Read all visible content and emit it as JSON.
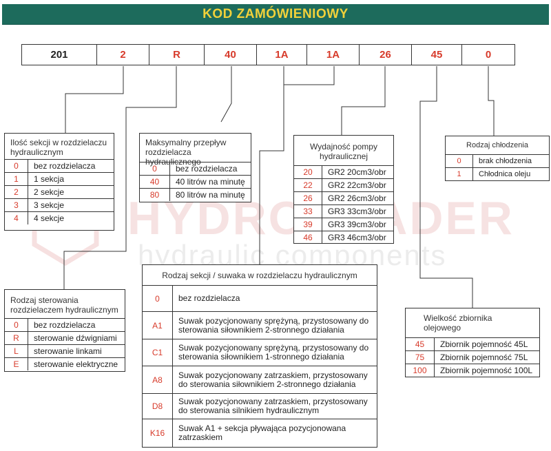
{
  "header": {
    "title": "KOD ZAMÓWIENIOWY"
  },
  "watermark": {
    "brand": "HYDROTRADER",
    "subtitle": "hydraulic components"
  },
  "code_segments": [
    "201",
    "2",
    "R",
    "40",
    "1A",
    "1A",
    "26",
    "45",
    "0"
  ],
  "tables": {
    "sections": {
      "title": "Ilość sekcji w rozdzielaczu hydraulicznym",
      "rows": [
        {
          "key": "0",
          "value": "bez rozdzielacza"
        },
        {
          "key": "1",
          "value": "1 sekcja"
        },
        {
          "key": "2",
          "value": "2 sekcje"
        },
        {
          "key": "3",
          "value": "3 sekcje"
        },
        {
          "key": "4",
          "value": "4 sekcje"
        }
      ]
    },
    "flow": {
      "title": "Maksymalny przepływ rozdzielacza hydraulicznego",
      "rows": [
        {
          "key": "0",
          "value": "bez rozdzielacza"
        },
        {
          "key": "40",
          "value": "40 litrów na minutę"
        },
        {
          "key": "80",
          "value": "80 litrów na minutę"
        }
      ]
    },
    "pump": {
      "title": "Wydajność pompy hydraulicznej",
      "rows": [
        {
          "key": "20",
          "value": "GR2 20cm3/obr"
        },
        {
          "key": "22",
          "value": "GR2 22cm3/obr"
        },
        {
          "key": "26",
          "value": "GR2 26cm3/obr"
        },
        {
          "key": "33",
          "value": "GR3 33cm3/obr"
        },
        {
          "key": "39",
          "value": "GR3 39cm3/obr"
        },
        {
          "key": "46",
          "value": "GR3 46cm3/obr"
        }
      ]
    },
    "cooling": {
      "title": "Rodzaj chłodzenia",
      "rows": [
        {
          "key": "0",
          "value": "brak chłodzenia"
        },
        {
          "key": "1",
          "value": "Chłodnica oleju"
        }
      ]
    },
    "control": {
      "title": "Rodzaj sterowania rozdzielaczem hydraulicznym",
      "rows": [
        {
          "key": "0",
          "value": "bez rozdzielacza"
        },
        {
          "key": "R",
          "value": "sterowanie dźwigniami"
        },
        {
          "key": "L",
          "value": "sterowanie linkami"
        },
        {
          "key": "E",
          "value": "sterowanie elektryczne"
        }
      ]
    },
    "spool": {
      "title": "Rodzaj sekcji / suwaka w rozdzielaczu hydraulicznym",
      "rows": [
        {
          "key": "0",
          "value": "bez rozdzielacza"
        },
        {
          "key": "A1",
          "value": "Suwak pozycjonowany sprężyną, przystosowany do sterowania siłownikiem 2-stronnego działania"
        },
        {
          "key": "C1",
          "value": "Suwak pozycjonowany sprężyną, przystosowany do sterowania siłownikiem 1-stronnego działania"
        },
        {
          "key": "A8",
          "value": "Suwak pozycjonowany zatrzaskiem, przystosowany do sterowania siłownikiem 2-stronnego działania"
        },
        {
          "key": "D8",
          "value": "Suwak pozycjonowany zatrzaskiem, przystosowany do sterowania silnikiem hydraulicznym"
        },
        {
          "key": "K16",
          "value": "Suwak A1 + sekcja pływająca pozycjonowana zatrzaskiem"
        }
      ]
    },
    "tank": {
      "title": "Wielkość zbiornika olejowego",
      "rows": [
        {
          "key": "45",
          "value": "Zbiornik pojemność 45L"
        },
        {
          "key": "75",
          "value": "Zbiornik pojemność 75L"
        },
        {
          "key": "100",
          "value": "Zbiornik pojemność 100L"
        }
      ]
    }
  }
}
